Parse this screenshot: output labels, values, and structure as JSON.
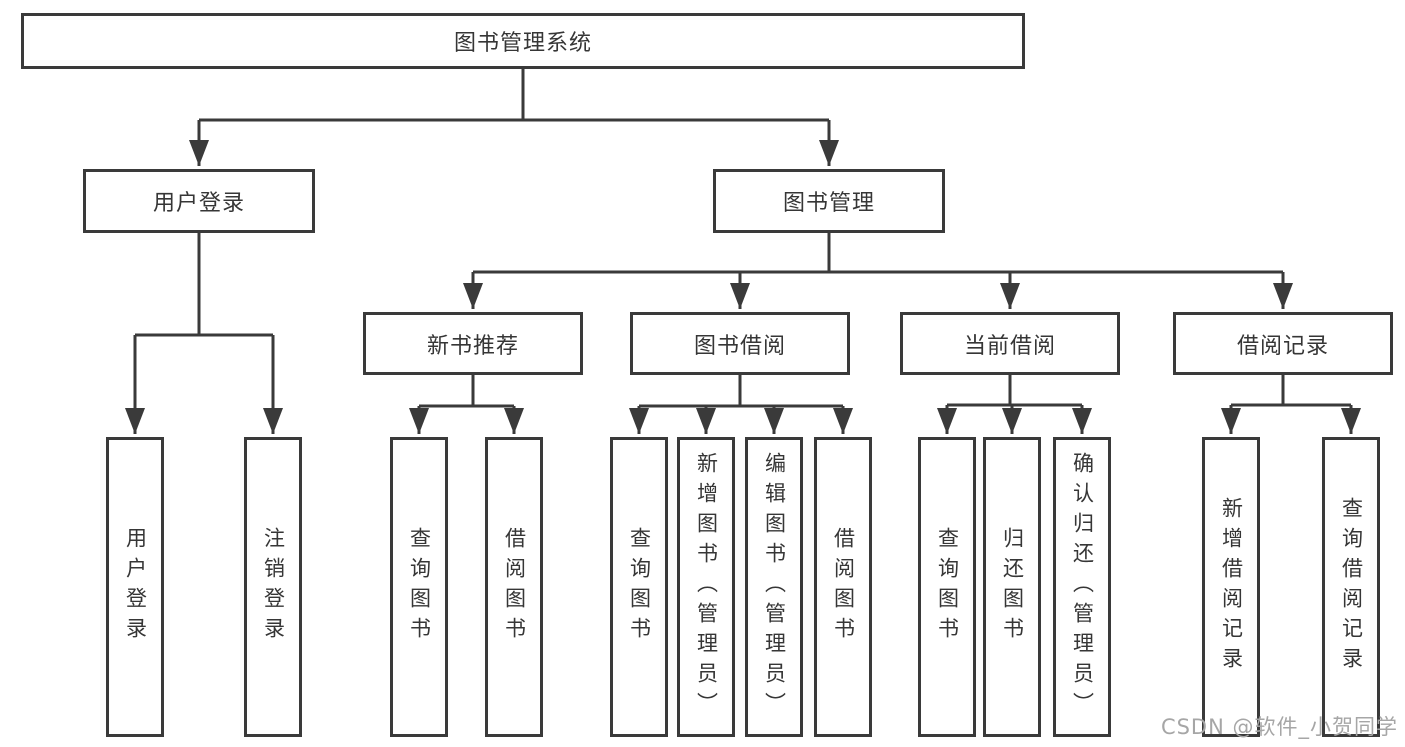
{
  "diagram": {
    "tree": {
      "label": "图书管理系统",
      "children": [
        {
          "label": "用户登录",
          "children": [
            {
              "label": "用户登录"
            },
            {
              "label": "注销登录"
            }
          ]
        },
        {
          "label": "图书管理",
          "children": [
            {
              "label": "新书推荐",
              "children": [
                {
                  "label": "查询图书"
                },
                {
                  "label": "借阅图书"
                }
              ]
            },
            {
              "label": "图书借阅",
              "children": [
                {
                  "label": "查询图书"
                },
                {
                  "label": "新增图书（管理员）"
                },
                {
                  "label": "编辑图书（管理员）"
                },
                {
                  "label": "借阅图书"
                }
              ]
            },
            {
              "label": "当前借阅",
              "children": [
                {
                  "label": "查询图书"
                },
                {
                  "label": "归还图书"
                },
                {
                  "label": "确认归还（管理员）"
                }
              ]
            },
            {
              "label": "借阅记录",
              "children": [
                {
                  "label": "新增借阅记录"
                },
                {
                  "label": "查询借阅记录"
                }
              ]
            }
          ]
        }
      ]
    },
    "watermark": "CSDN @软件_小贺同学",
    "colors": {
      "line": "#3a3a3a",
      "box_border": "#3a3a3a",
      "text": "#363636",
      "background": "#ffffff",
      "watermark": "#a6a6a6"
    }
  }
}
